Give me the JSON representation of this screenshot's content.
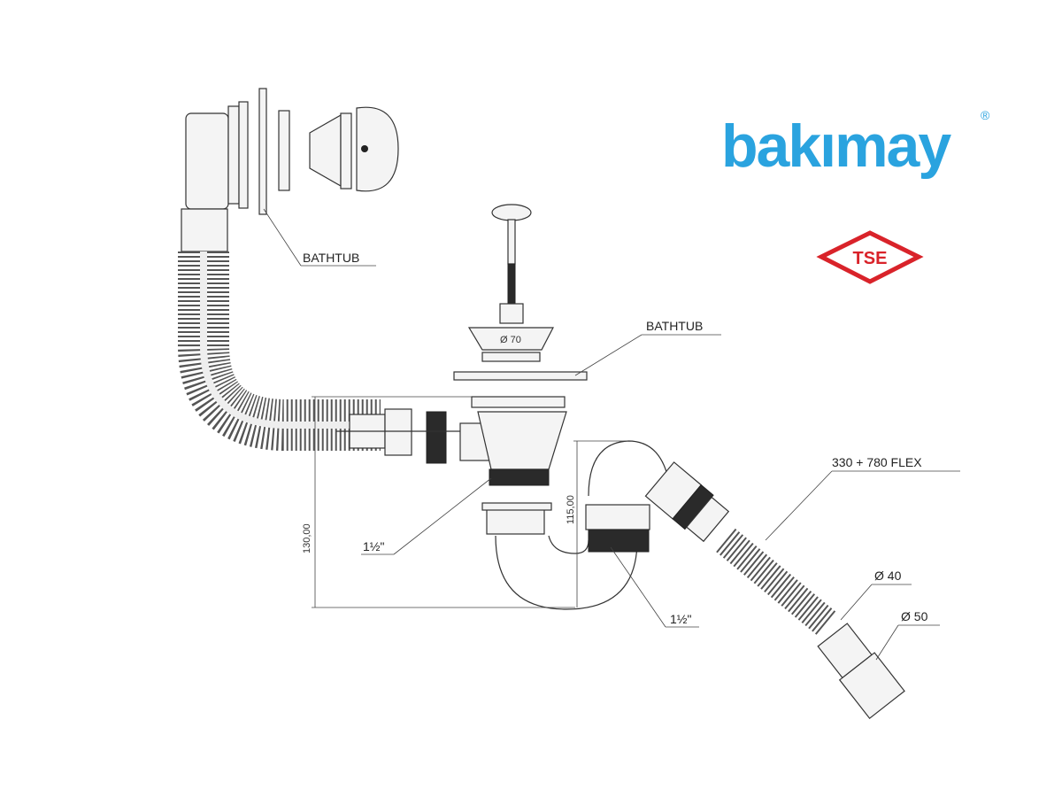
{
  "brand": {
    "name": "bakımay",
    "registered": "®",
    "color": "#2aa3df"
  },
  "certification": {
    "mark": "TSE",
    "color": "#d9232a"
  },
  "labels": {
    "bathtub_overflow": "BATHTUB",
    "bathtub_drain": "BATHTUB",
    "plug_diameter": "Ø 70",
    "flex_length": "330 + 780 FLEX",
    "thread_left": "1½\"",
    "thread_right": "1½\"",
    "outlet_small": "Ø 40",
    "outlet_large": "Ø 50"
  },
  "dimensions": {
    "total_height": "130,00",
    "trap_height": "115,00"
  }
}
